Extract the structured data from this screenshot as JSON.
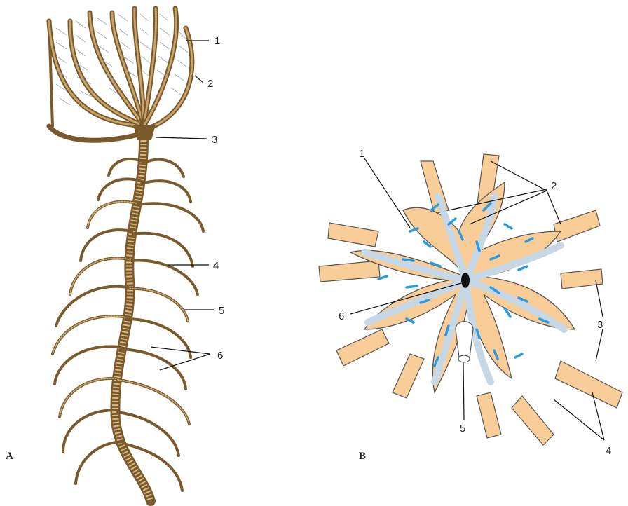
{
  "panel_a": {
    "panel_label": "A",
    "labels": [
      "1",
      "2",
      "3",
      "4",
      "5",
      "6"
    ]
  },
  "panel_b": {
    "panel_label": "B",
    "labels": [
      "1",
      "2",
      "3",
      "4",
      "5",
      "6"
    ]
  },
  "colors": {
    "arm_brown": "#7a5a2c",
    "arm_light": "#d9b981",
    "disc_fill": "#f8cd97",
    "groove_blue": "#2a9be0"
  }
}
